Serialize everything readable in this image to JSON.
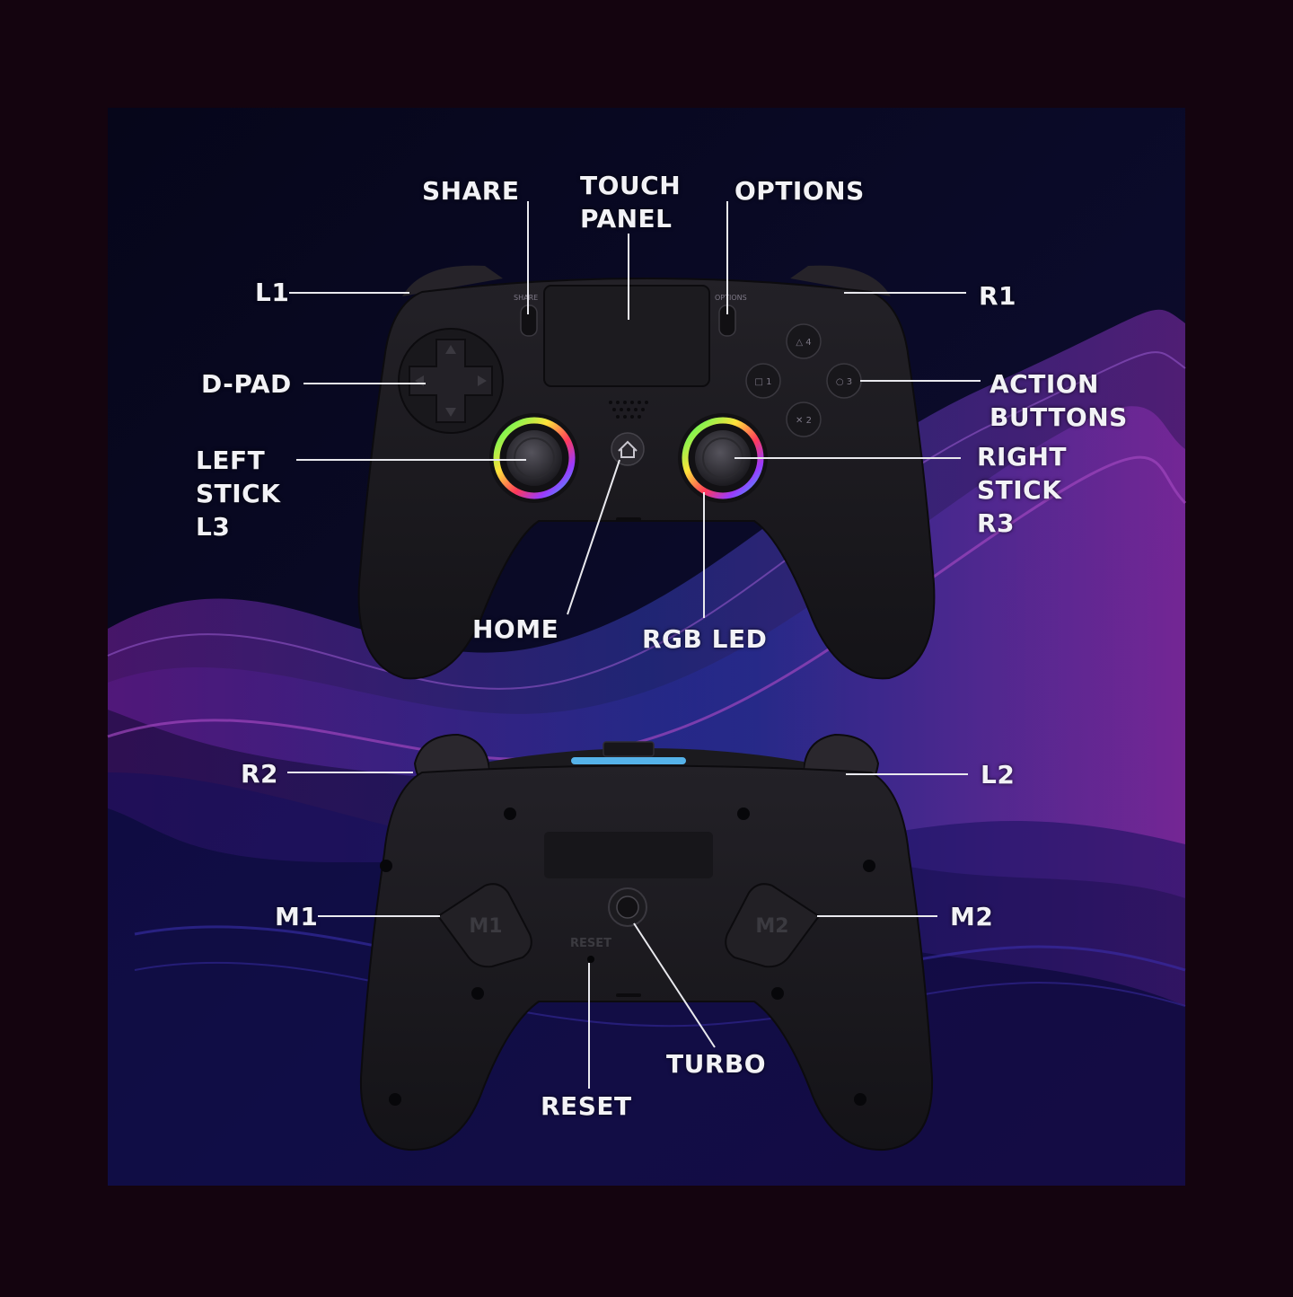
{
  "labels": {
    "share": "SHARE",
    "touch_panel": "TOUCH\nPANEL",
    "options": "OPTIONS",
    "l1": "L1",
    "r1": "R1",
    "d_pad": "D-PAD",
    "action_buttons": "ACTION\nBUTTONS",
    "left_stick": "LEFT\nSTICK\nL3",
    "right_stick": "RIGHT\nSTICK\nR3",
    "home": "HOME",
    "rgb_led": "RGB LED",
    "r2": "R2",
    "l2": "L2",
    "m1": "M1",
    "m2": "M2",
    "turbo": "TURBO",
    "reset": "RESET"
  },
  "controller_marks": {
    "share_small": "SHARE",
    "options_small": "OPTIONS",
    "triangle_num": "△ 4",
    "square_num": "□ 1",
    "circle_num": "○ 3",
    "cross_num": "✕ 2",
    "paddle_m1": "M1",
    "paddle_m2": "M2",
    "reset_small": "RESET"
  },
  "icons": {
    "home": "home-icon",
    "dpad": "dpad-icon"
  },
  "colors": {
    "outer_background": "#14040f",
    "panel_background": "#0a0a22",
    "controller_body": "#19171d",
    "label_text": "#f2f2f6",
    "leader_line": "#e9e9ee",
    "wave_purple": "#8c2fd8",
    "wave_blue": "#3b46d8",
    "light_bar": "#5cc3ff"
  }
}
